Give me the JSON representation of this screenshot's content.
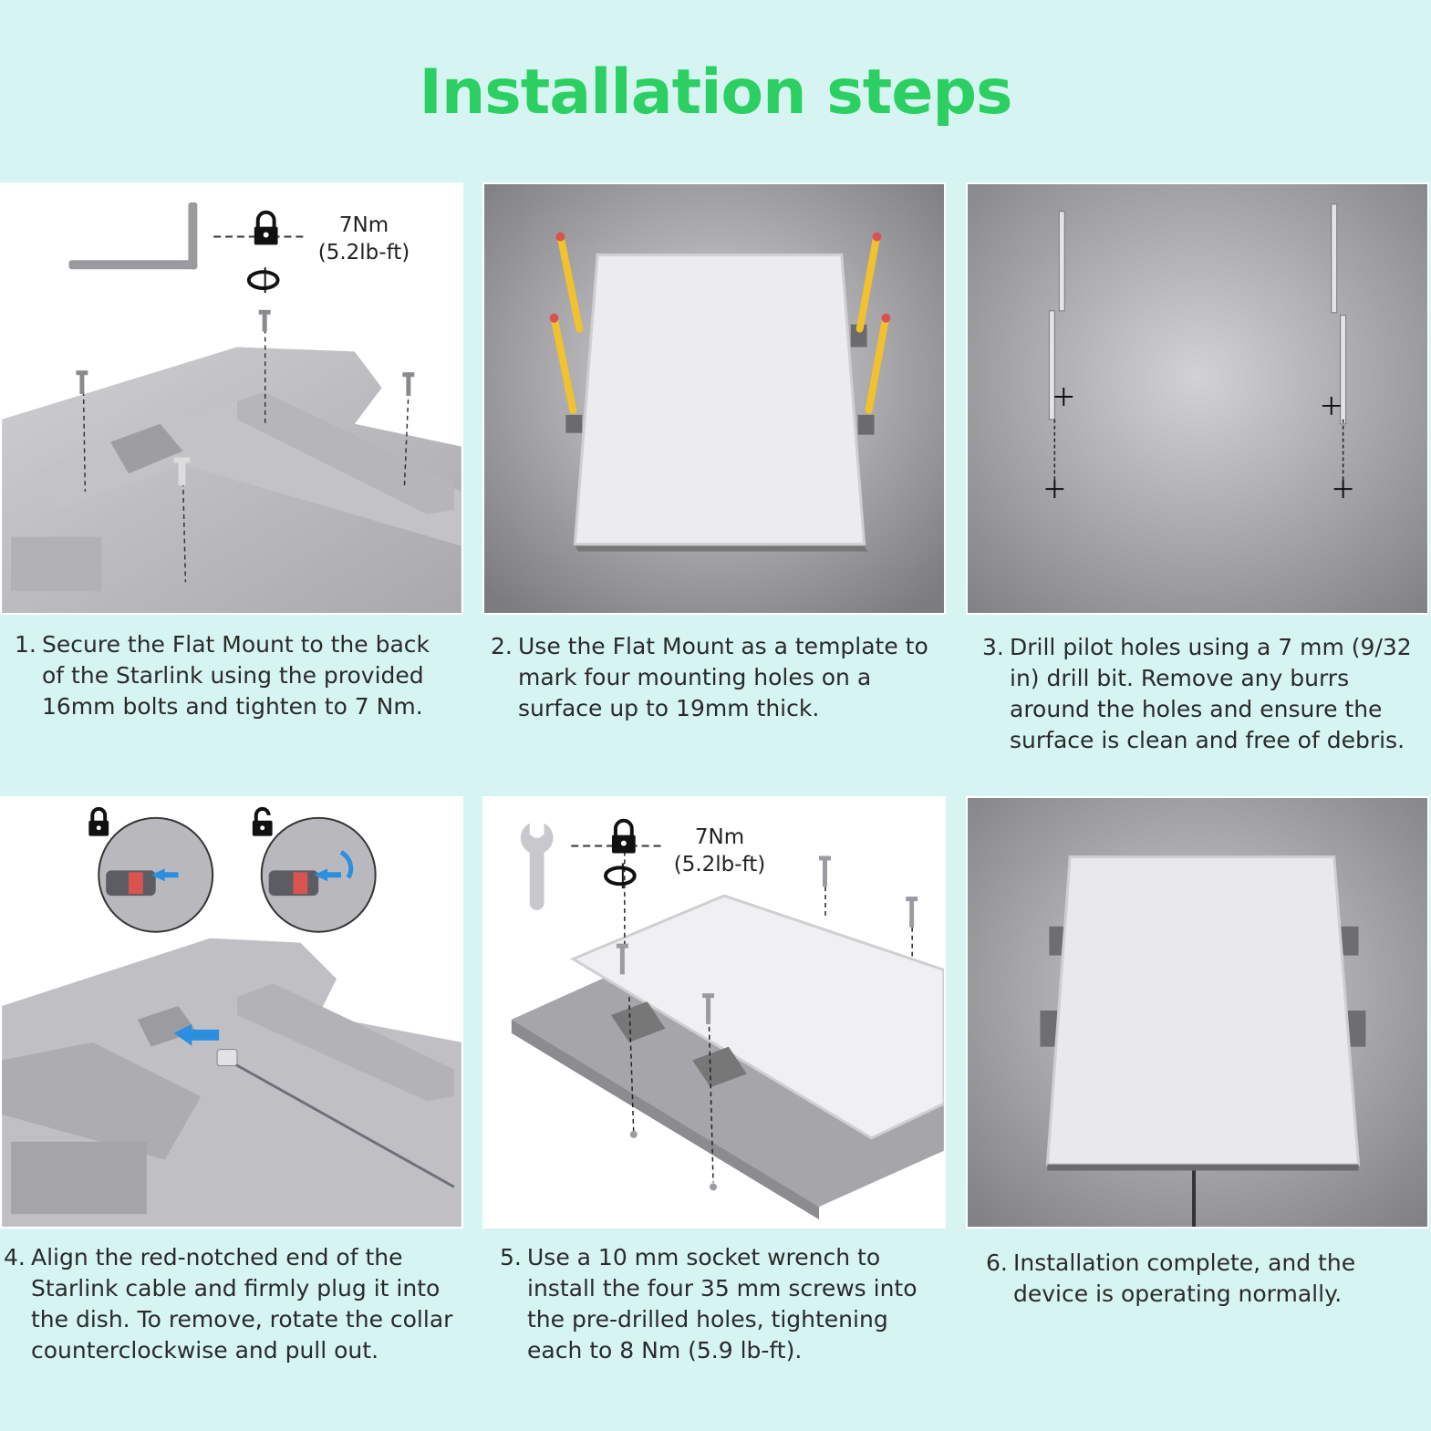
{
  "page": {
    "title": "Installation steps",
    "accent_color": "#2bcf62",
    "background_color": "#d6f5f2"
  },
  "steps": [
    {
      "number": "1.",
      "text": "Secure the Flat Mount to the back of the Starlink using the provided 16mm bolts and tighten to 7 Nm.",
      "torque_label": "7Nm",
      "torque_sub": "(5.2lb-ft)",
      "icons": [
        "hex-key-icon",
        "lock-icon",
        "rotate-icon"
      ]
    },
    {
      "number": "2.",
      "text": "Use the Flat Mount as a template to mark four mounting holes on a surface up to 19mm thick.",
      "icons": [
        "pencil-icon"
      ]
    },
    {
      "number": "3.",
      "text": "Drill pilot holes using a 7 mm (9/32 in) drill bit. Remove any burrs around the holes and ensure the surface is clean and free of debris.",
      "icons": [
        "drill-bit-icon",
        "crosshair-icon"
      ]
    },
    {
      "number": "4.",
      "text": "Align the red-notched end of the Starlink cable and firmly plug it into the dish. To remove, rotate the collar counterclockwise and pull out.",
      "icons": [
        "lock-icon",
        "unlock-icon",
        "arrow-icon"
      ]
    },
    {
      "number": "5.",
      "text": "Use a 10 mm socket wrench to install the four 35 mm screws into the pre-drilled holes, tightening each to 8 Nm (5.9 lb-ft).",
      "torque_label": "7Nm",
      "torque_sub": "(5.2lb-ft)",
      "icons": [
        "wrench-icon",
        "lock-icon",
        "rotate-icon"
      ]
    },
    {
      "number": "6.",
      "text": "Installation complete, and the device is operating normally.",
      "icons": []
    }
  ]
}
